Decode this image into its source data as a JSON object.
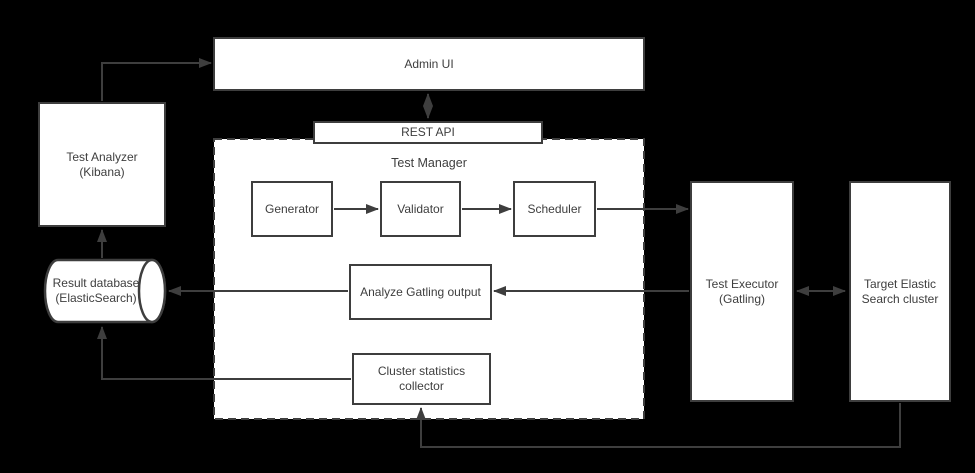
{
  "canvas": {
    "background_color": "#000000",
    "node_fill_color": "#ffffff",
    "stroke_color": "#3e3e3e",
    "text_color": "#3e3e3e"
  },
  "nodes": {
    "admin_ui": {
      "label": "Admin UI"
    },
    "rest_api": {
      "label": "REST API"
    },
    "test_manager": {
      "label": "Test Manager"
    },
    "generator": {
      "label": "Generator"
    },
    "validator": {
      "label": "Validator"
    },
    "scheduler": {
      "label": "Scheduler"
    },
    "analyze_gatling_output": {
      "label": "Analyze Gatling output"
    },
    "cluster_statistics_collector": {
      "line1": "Cluster statistics",
      "line2": "collector"
    },
    "test_executor": {
      "line1": "Test Executor",
      "line2": "(Gatling)"
    },
    "target_elastic_search_cluster": {
      "line1": "Target Elastic",
      "line2": "Search cluster"
    },
    "test_analyzer": {
      "line1": "Test Analyzer",
      "line2": "(Kibana)"
    },
    "result_database": {
      "line1": "Result database",
      "line2": "(ElasticSearch)"
    }
  }
}
